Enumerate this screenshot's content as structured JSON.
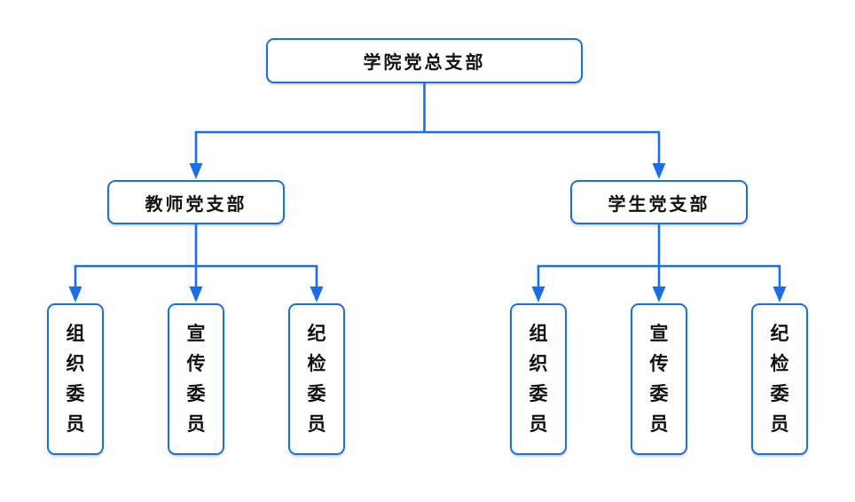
{
  "diagram": {
    "root": {
      "label": "学院党总支部"
    },
    "branches": [
      {
        "label": "教师党支部",
        "children": [
          {
            "label": "组织委员"
          },
          {
            "label": "宣传委员"
          },
          {
            "label": "纪检委员"
          }
        ]
      },
      {
        "label": "学生党支部",
        "children": [
          {
            "label": "组织委员"
          },
          {
            "label": "宣传委员"
          },
          {
            "label": "纪检委员"
          }
        ]
      }
    ],
    "colors": {
      "line": "#1A6EE8",
      "text": "#111111",
      "background": "#FFFFFF"
    }
  }
}
